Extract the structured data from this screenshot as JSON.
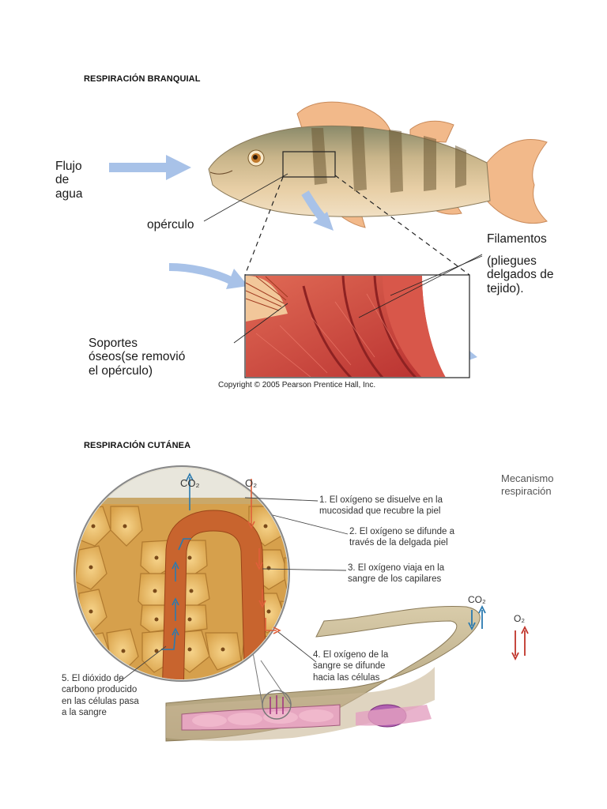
{
  "headings": {
    "branquial": "RESPIRACIÓN BRANQUIAL",
    "cutanea": "RESPIRACIÓN CUTÁNEA"
  },
  "fig1": {
    "flujo": "Flujo\nde\nagua",
    "operculo": "opérculo",
    "filamentos": "Filamentos",
    "pliegues": "(pliegues\ndelgados de\ntejido).",
    "soportes": "Soportes\nóseos(se removió\nel opérculo)",
    "copyright": "Copyright © 2005 Pearson Prentice Hall, Inc."
  },
  "fig2": {
    "co2": "CO₂",
    "o2": "O₂",
    "mecanismo": "Mecanismo\nrespiración",
    "step1": "1. El oxígeno se disuelve en la\nmucosidad que recubre la piel",
    "step2": "2. El oxígeno se difunde a\ntravés de la delgada piel",
    "step3": "3. El oxígeno viaja en la\nsangre de los capilares",
    "step4": "4. El oxígeno de la\nsangre se difunde\nhacia las células",
    "step5": "5. El dióxido de\ncarbono producido\nen las células pasa\na la sangre",
    "co2_worm": "CO₂",
    "o2_worm": "O₂"
  },
  "colors": {
    "fish_body": "#d9b98a",
    "fin": "#f2b98a",
    "gill": "#c8413e",
    "arrow_blue": "#9db8e0",
    "skin_cell": "#e8b85a",
    "capillary": "#c8642e",
    "worm": "#c9b896"
  }
}
